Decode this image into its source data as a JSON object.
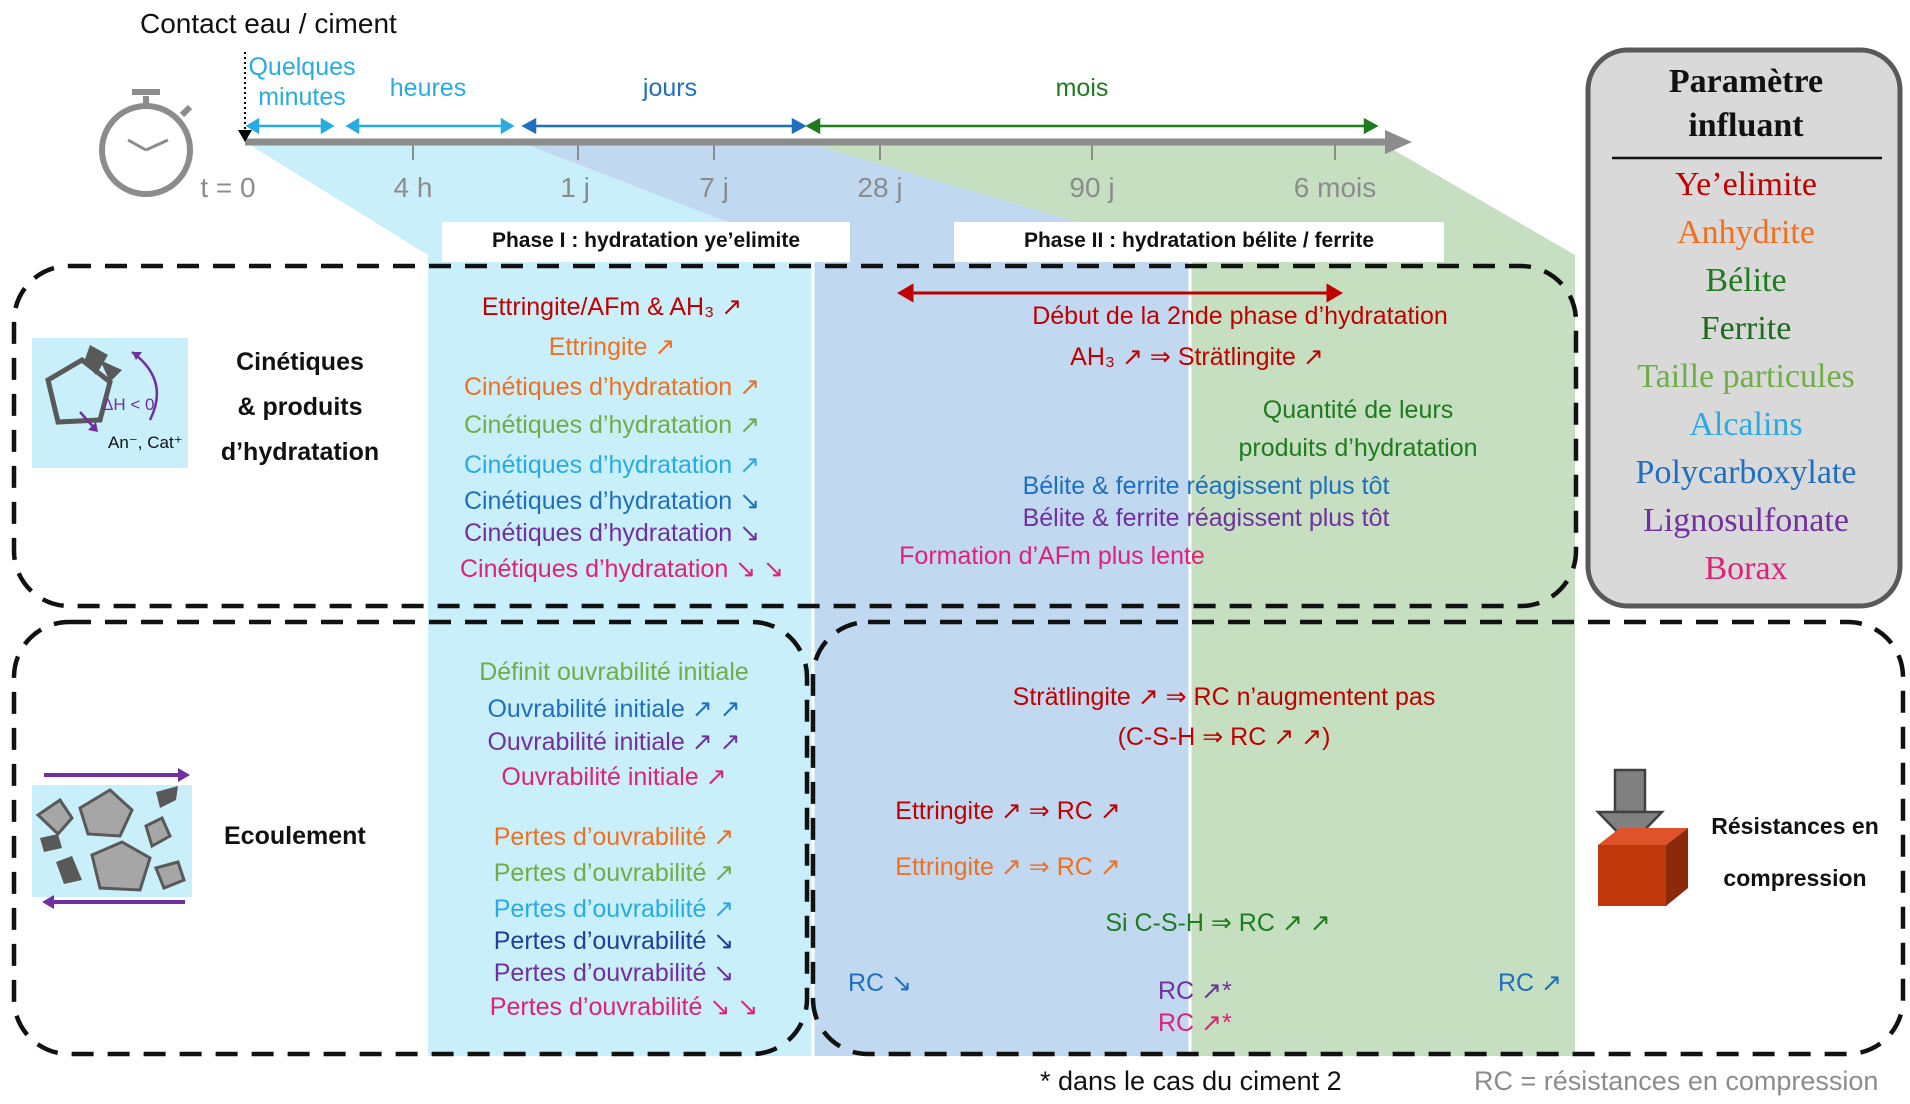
{
  "timeline": {
    "contact_label": "Contact eau / ciment",
    "periods": [
      {
        "label": "Quelques\nminutes",
        "color": "#29abe2"
      },
      {
        "label": "heures",
        "color": "#29abe2"
      },
      {
        "label": "jours",
        "color": "#1f6fc0"
      },
      {
        "label": "mois",
        "color": "#1e7b1e"
      }
    ],
    "ticks": [
      "t = 0",
      "4 h",
      "1 j",
      "7 j",
      "28 j",
      "90 j",
      "6 mois"
    ]
  },
  "phases": {
    "phase1": "Phase I : hydratation ye’elimite",
    "phase2": "Phase II : hydratation bélite / ferrite"
  },
  "rows": {
    "kinetics": {
      "title_line1": "Cinétiques",
      "title_line2": "& produits",
      "title_line3": "d’hydratation",
      "icon_dh": "ΔH < 0",
      "icon_ions": "An⁻, Cat⁺"
    },
    "flow": {
      "title": "Ecoulement"
    },
    "strength": {
      "title_line1": "Résistances en",
      "title_line2": "compression"
    }
  },
  "kinetics_phase1": [
    {
      "text": "Ettringite/AFm & AH₃ ↗",
      "color": "#c00000"
    },
    {
      "text": "Ettringite ↗",
      "color": "#f07020"
    },
    {
      "text": "Cinétiques d’hydratation ↗",
      "color": "#f07020"
    },
    {
      "text": "Cinétiques d’hydratation ↗",
      "color": "#70ad47"
    },
    {
      "text": "Cinétiques d’hydratation ↗",
      "color": "#29abe2"
    },
    {
      "text": "Cinétiques d’hydratation ↘",
      "color": "#1f6fc0"
    },
    {
      "text": "Cinétiques d’hydratation ↘",
      "color": "#7030a0"
    },
    {
      "text": "Cinétiques d’hydratation ↘ ↘",
      "color": "#e0207a"
    }
  ],
  "kinetics_phase2": [
    {
      "text": "Début de la 2nde phase d’hydratation",
      "color": "#c00000"
    },
    {
      "text": "AH₃ ↗ ⇒ Strätlingite ↗",
      "color": "#c00000"
    },
    {
      "text": "Quantité de leurs",
      "color": "#1e7b1e"
    },
    {
      "text": "produits d’hydratation",
      "color": "#1e7b1e"
    },
    {
      "text": "Bélite & ferrite réagissent plus tôt",
      "color": "#1f6fc0"
    },
    {
      "text": "Bélite & ferrite réagissent plus tôt",
      "color": "#7030a0"
    },
    {
      "text": "Formation d’AFm plus lente",
      "color": "#e0207a"
    }
  ],
  "flow_phase1": [
    {
      "text": "Définit ouvrabilité initiale",
      "color": "#70ad47"
    },
    {
      "text": "Ouvrabilité initiale ↗ ↗",
      "color": "#1f6fc0"
    },
    {
      "text": "Ouvrabilité initiale ↗ ↗",
      "color": "#7030a0"
    },
    {
      "text": "Ouvrabilité initiale ↗",
      "color": "#e0207a"
    },
    {
      "text": "Pertes d’ouvrabilité ↗",
      "color": "#f07020"
    },
    {
      "text": "Pertes d’ouvrabilité ↗",
      "color": "#70ad47"
    },
    {
      "text": "Pertes d’ouvrabilité ↗",
      "color": "#29abe2"
    },
    {
      "text": "Pertes d’ouvrabilité ↘",
      "color": "#1f3f9a"
    },
    {
      "text": "Pertes d’ouvrabilité ↘",
      "color": "#7030a0"
    },
    {
      "text": "Pertes d’ouvrabilité ↘ ↘",
      "color": "#e0207a"
    }
  ],
  "strength_items": [
    {
      "text": "Strätlingite ↗  ⇒ RC n’augmentent pas",
      "color": "#c00000"
    },
    {
      "text": "(C-S-H ⇒ RC ↗ ↗)",
      "color": "#c00000"
    },
    {
      "text": "Ettringite ↗ ⇒ RC ↗",
      "color": "#c00000"
    },
    {
      "text": "Ettringite ↗ ⇒ RC ↗",
      "color": "#f07020"
    },
    {
      "text": "Si C-S-H ⇒ RC ↗ ↗",
      "color": "#1e7b1e"
    },
    {
      "text": "RC ↘",
      "color": "#1f6fc0"
    },
    {
      "text": "RC ↗*",
      "color": "#7030a0"
    },
    {
      "text": "RC ↗*",
      "color": "#e0207a"
    },
    {
      "text": "RC ↗",
      "color": "#1f6fc0"
    }
  ],
  "legend": {
    "title": "Paramètre influant",
    "items": [
      {
        "text": "Ye’elimite",
        "color": "#c00000"
      },
      {
        "text": "Anhydrite",
        "color": "#f07020"
      },
      {
        "text": "Bélite",
        "color": "#1e7b1e"
      },
      {
        "text": "Ferrite",
        "color": "#1e6b1e"
      },
      {
        "text": "Taille particules",
        "color": "#70ad47"
      },
      {
        "text": "Alcalins",
        "color": "#29abe2"
      },
      {
        "text": "Polycarboxylate",
        "color": "#1f6fc0"
      },
      {
        "text": "Lignosulfonate",
        "color": "#7030a0"
      },
      {
        "text": "Borax",
        "color": "#e0207a"
      }
    ]
  },
  "footnotes": {
    "cement2": "* dans le cas du ciment 2",
    "rc_def": "RC = résistances en compression"
  }
}
